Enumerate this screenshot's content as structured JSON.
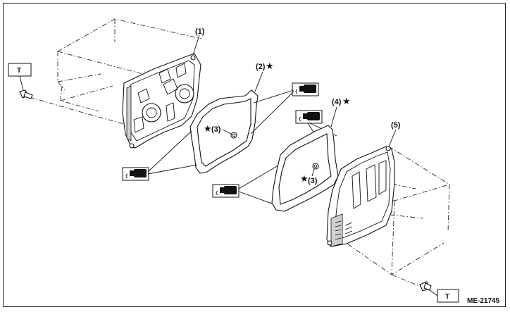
{
  "labels": {
    "part1": "(1)",
    "part2": "(2)",
    "part3a": "(3)",
    "part3b": "(3)",
    "part4": "(4)",
    "part5": "(5)",
    "star": "★"
  },
  "torque_boxes": {
    "left": "T",
    "right": "T"
  },
  "figure_code": "ME-21745",
  "icons": [
    "sealant-tube-icon",
    "sealant-tube-icon",
    "sealant-tube-icon",
    "sealant-tube-icon"
  ]
}
